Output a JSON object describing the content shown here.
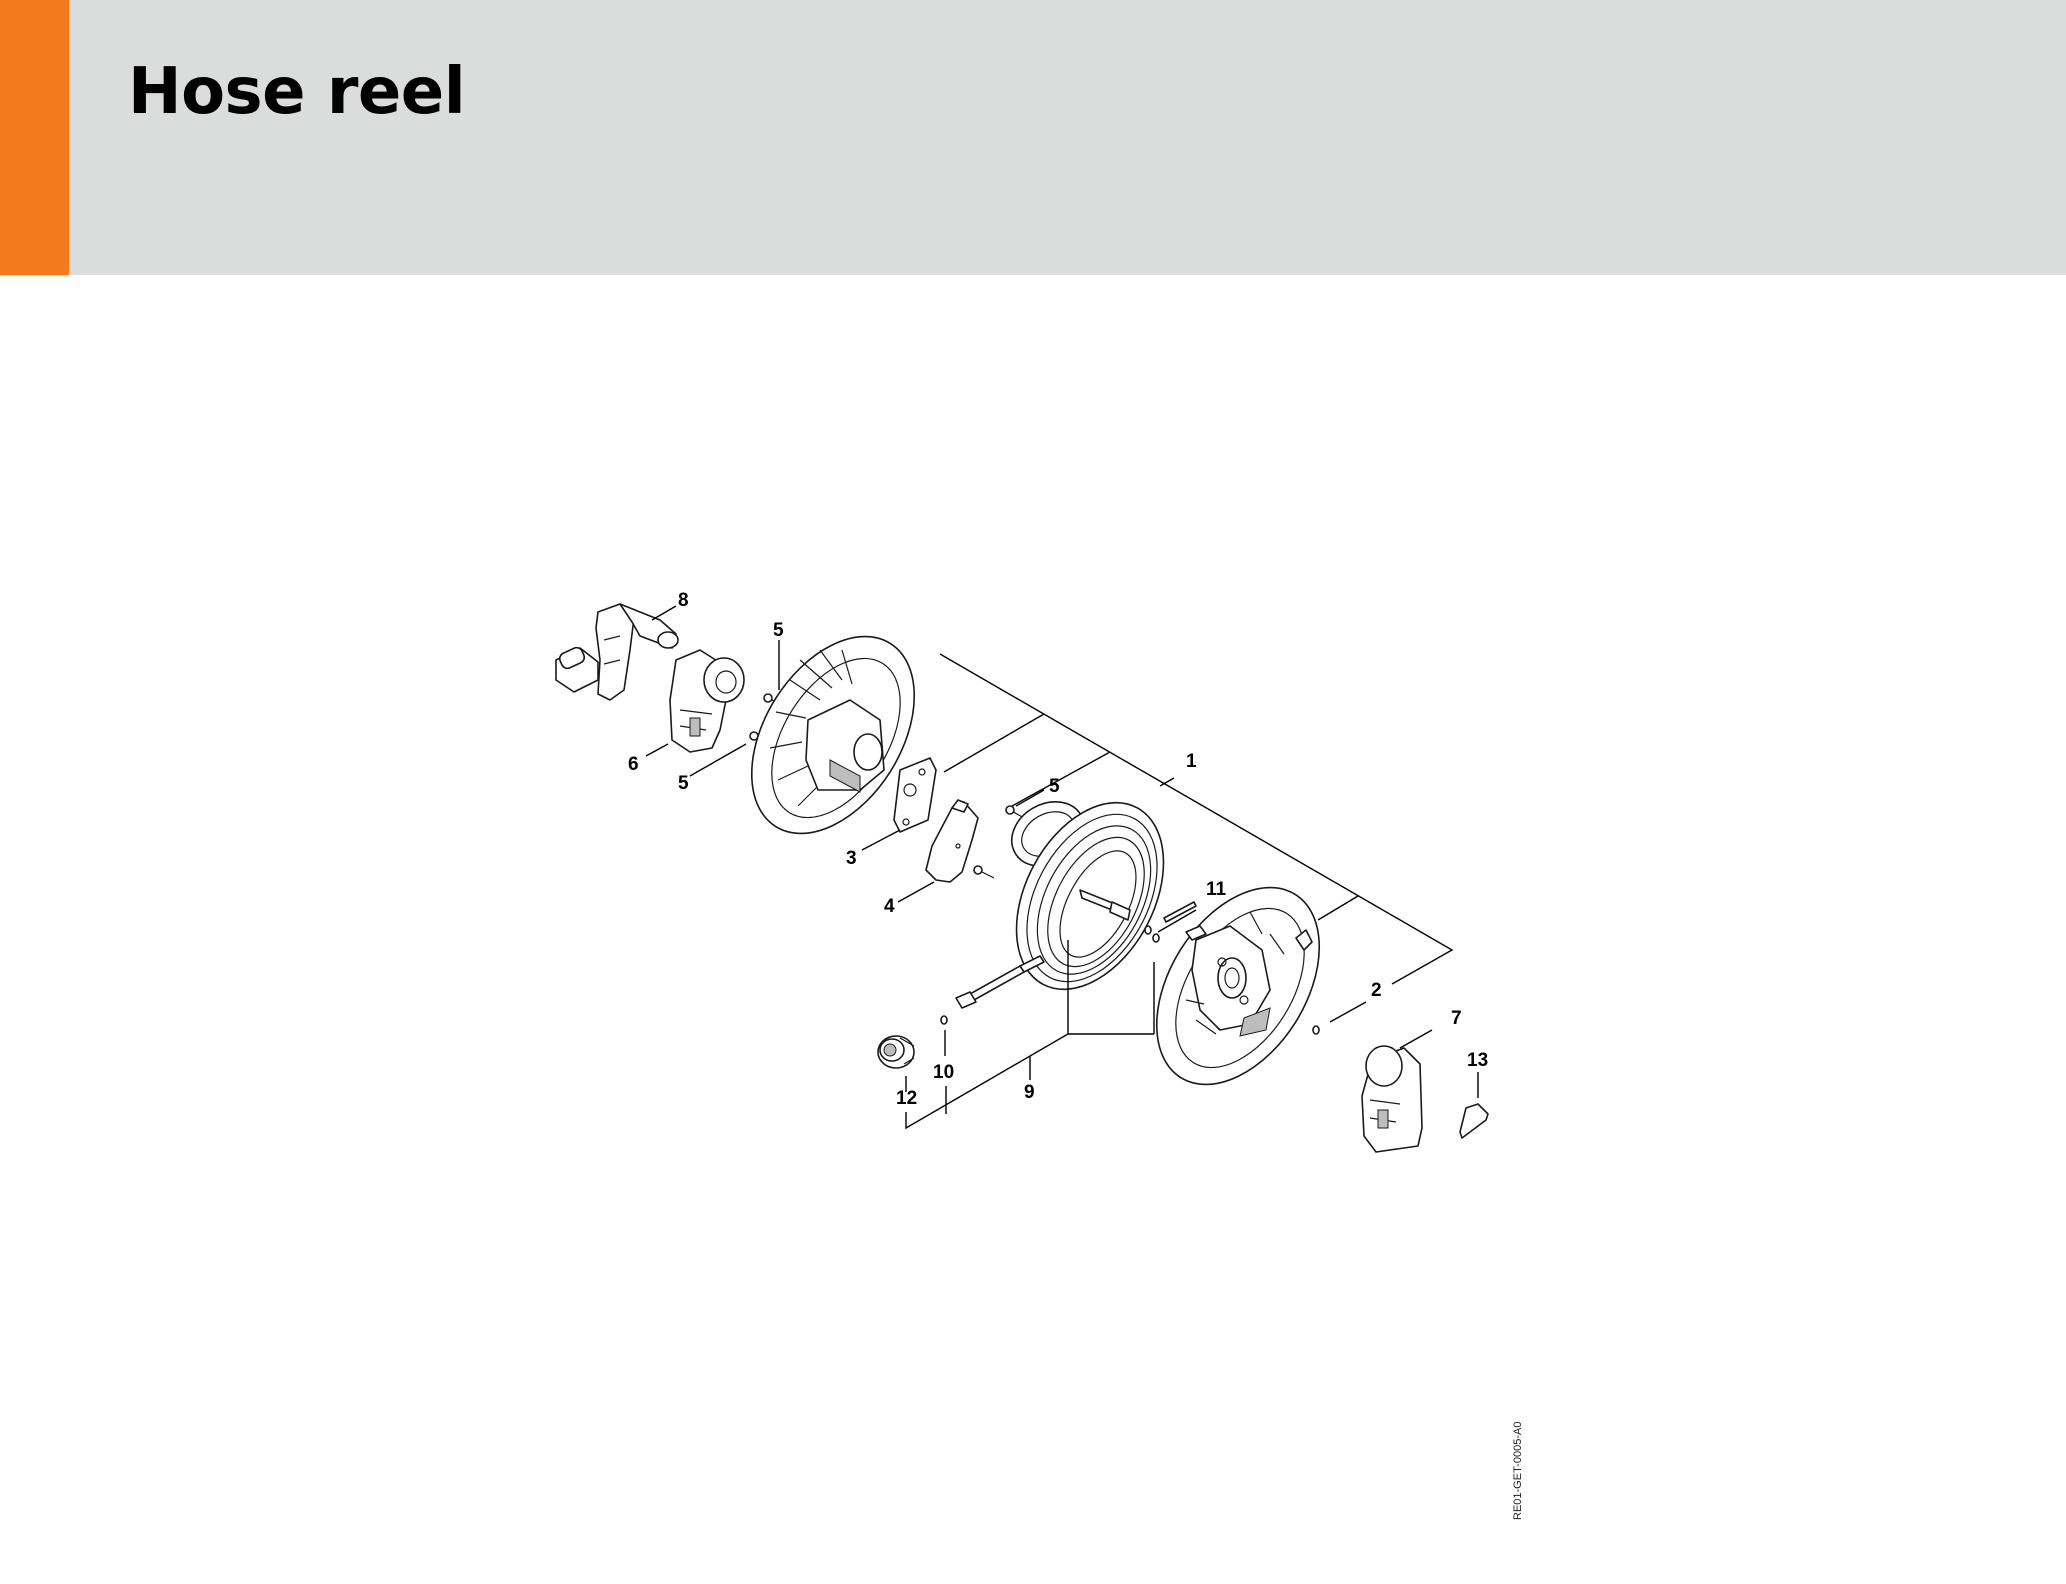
{
  "page": {
    "title": "Hose reel"
  },
  "diagram": {
    "reference_code": "RE01-GET-0005-A0",
    "callouts": [
      {
        "id": "c8",
        "label": "8"
      },
      {
        "id": "c5a",
        "label": "5"
      },
      {
        "id": "c6",
        "label": "6"
      },
      {
        "id": "c5b",
        "label": "5"
      },
      {
        "id": "c1",
        "label": "1"
      },
      {
        "id": "c5c",
        "label": "5"
      },
      {
        "id": "c3",
        "label": "3"
      },
      {
        "id": "c4",
        "label": "4"
      },
      {
        "id": "c11",
        "label": "11"
      },
      {
        "id": "c2",
        "label": "2"
      },
      {
        "id": "c7",
        "label": "7"
      },
      {
        "id": "c13",
        "label": "13"
      },
      {
        "id": "c10",
        "label": "10"
      },
      {
        "id": "c12",
        "label": "12"
      },
      {
        "id": "c9",
        "label": "9"
      }
    ]
  },
  "colors": {
    "accent": "#f37a1f",
    "header_bg": "#dbdcdc",
    "line": "#000000"
  }
}
